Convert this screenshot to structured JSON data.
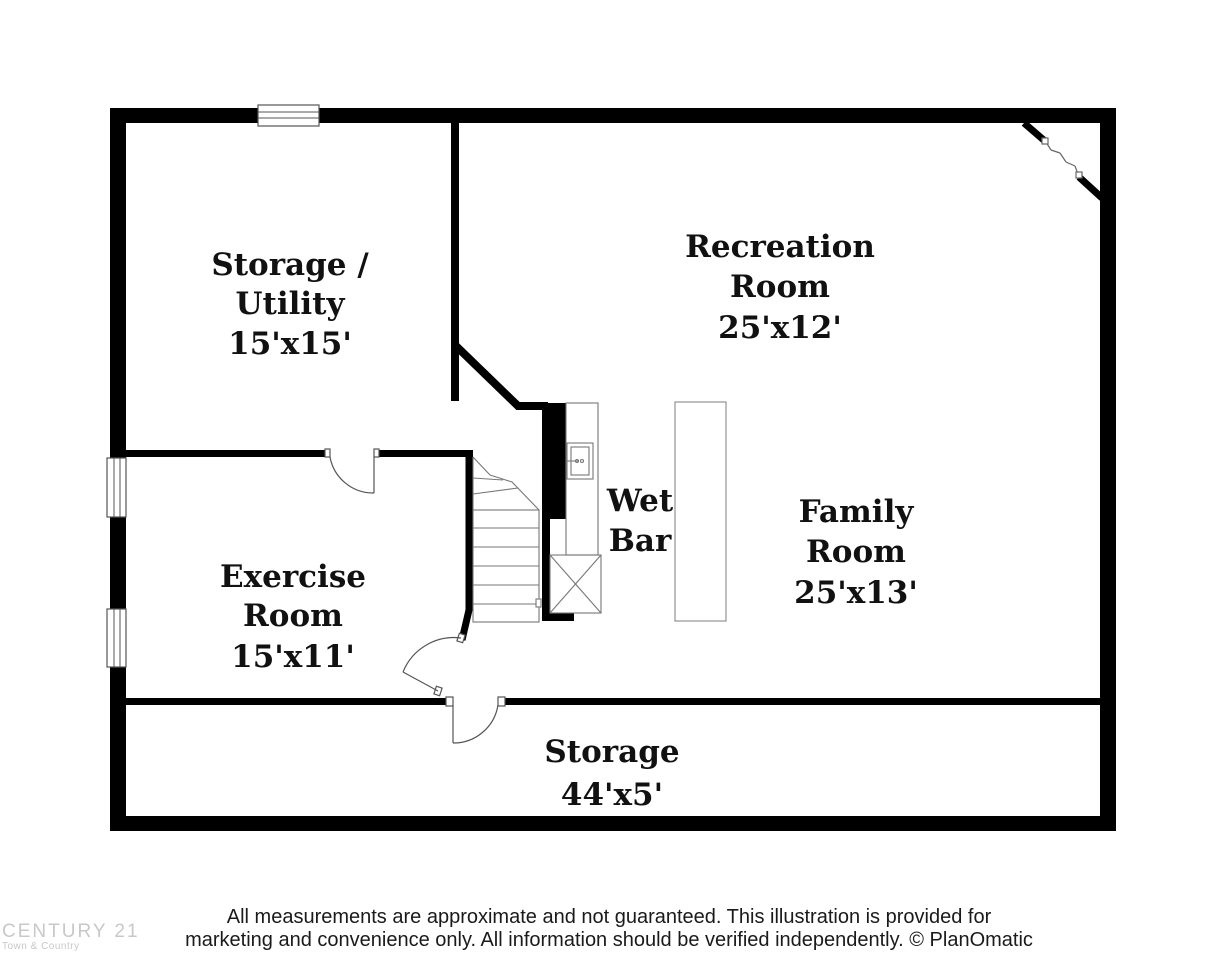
{
  "rooms": {
    "storage_utility": {
      "line1": "Storage /",
      "line2": "Utility",
      "dims": "15'x15'"
    },
    "recreation": {
      "line1": "Recreation",
      "line2": "Room",
      "dims": "25'x12'"
    },
    "wet_bar": {
      "line1": "Wet",
      "line2": "Bar"
    },
    "family": {
      "line1": "Family",
      "line2": "Room",
      "dims": "25'x13'"
    },
    "exercise": {
      "line1": "Exercise",
      "line2": "Room",
      "dims": "15'x11'"
    },
    "storage": {
      "line1": "Storage",
      "dims": "44'x5'"
    }
  },
  "footer": {
    "disclaimer_line1": "All measurements are approximate and not guaranteed. This illustration is provided for",
    "disclaimer_line2": "marketing and convenience only. All information should be verified independently. © PlanOmatic"
  },
  "watermark": {
    "brand": "CENTURY 21",
    "sub": "Town & Country"
  },
  "colors": {
    "wall": "#000000",
    "fixture_line": "#777777",
    "background": "#ffffff"
  }
}
